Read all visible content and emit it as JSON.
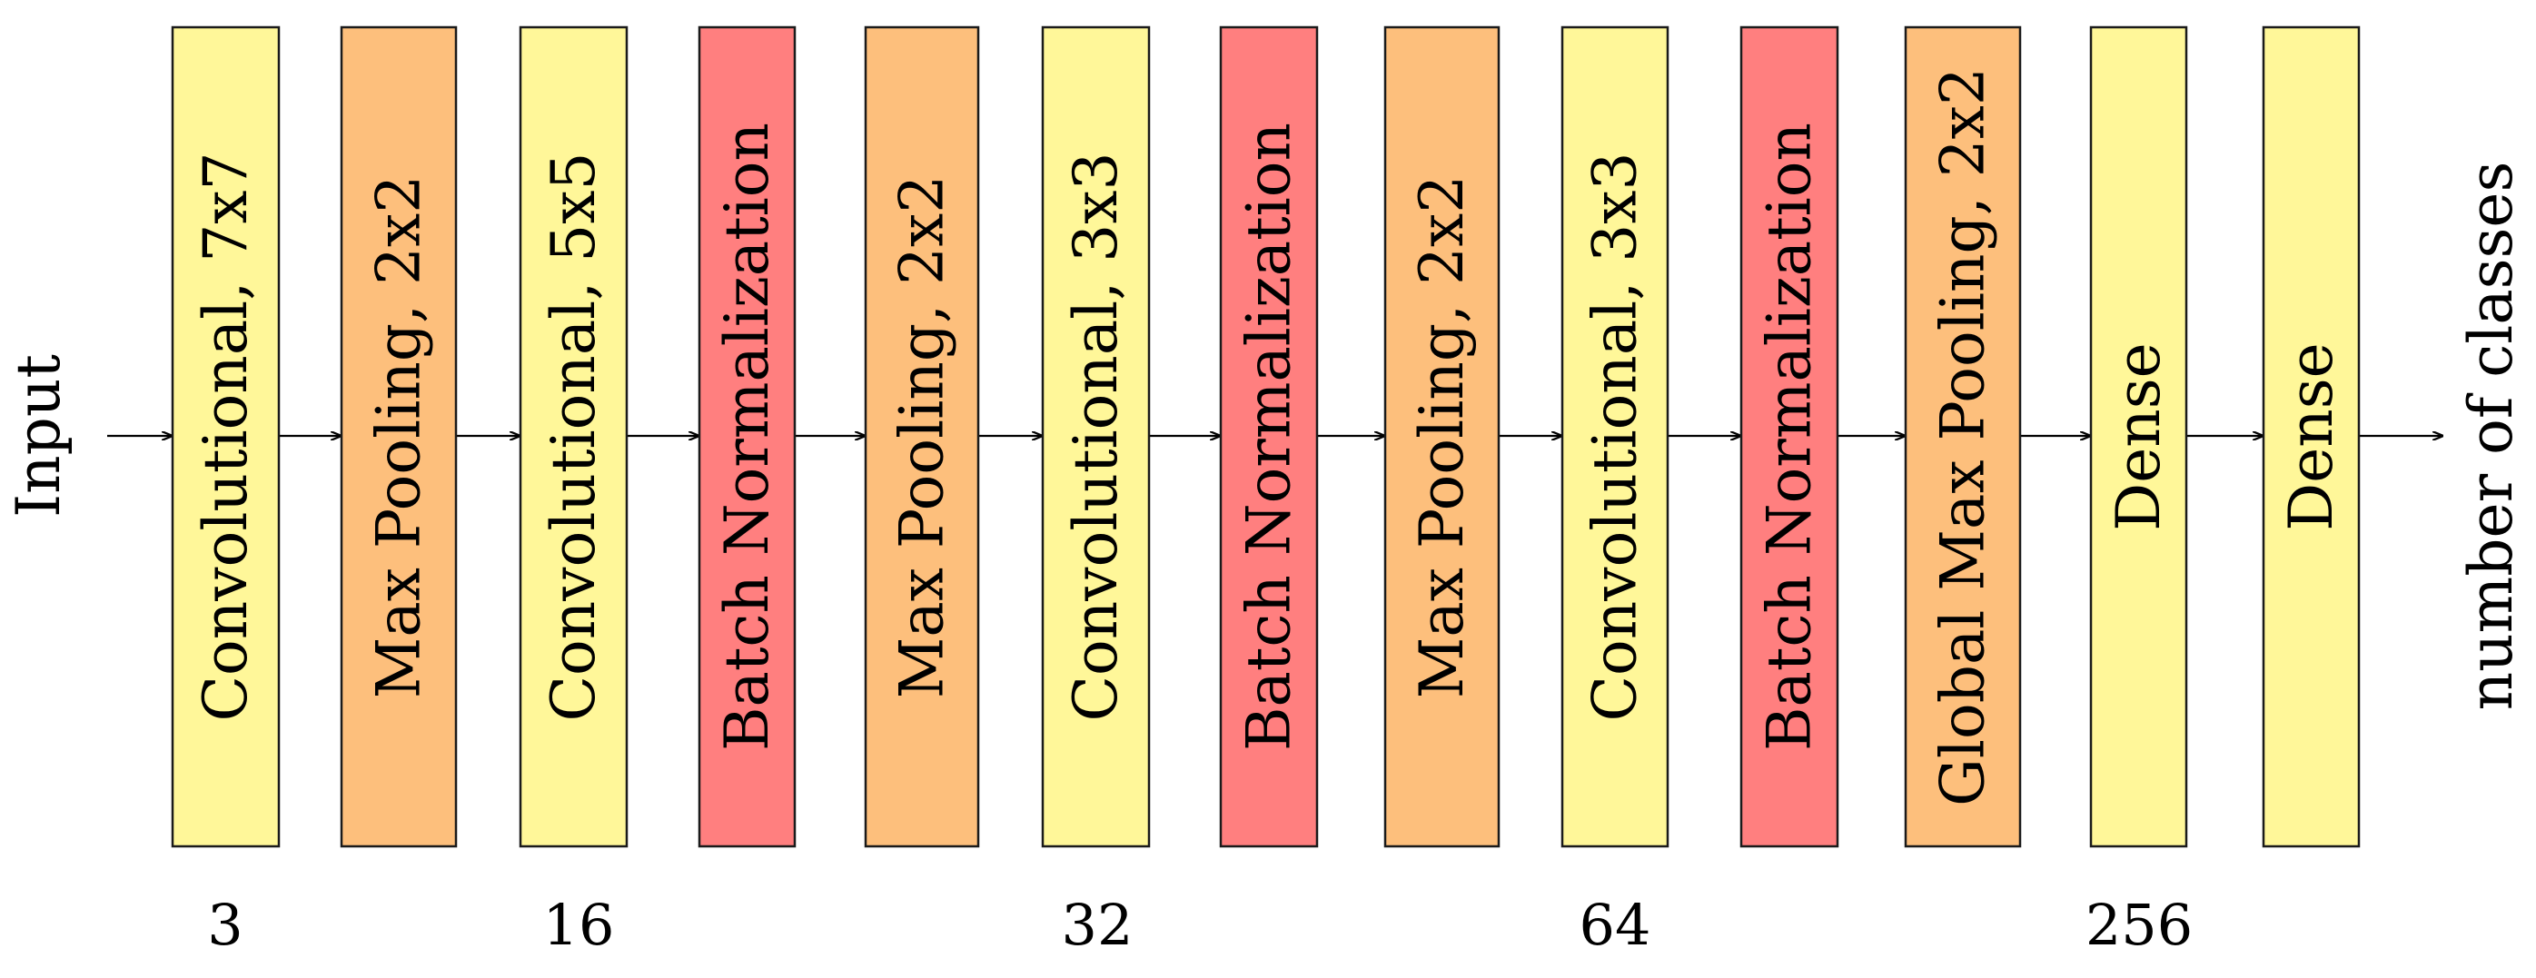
{
  "input_label": "Input",
  "output_label": "number of classes",
  "layer_types": {
    "conv": {
      "color": "#FFF799"
    },
    "pool": {
      "color": "#FDBF7C"
    },
    "norm": {
      "color": "#FF7F7F"
    },
    "dense": {
      "color": "#FFF799"
    }
  },
  "layers": [
    {
      "label": "Convolutional, 7x7",
      "type": "conv"
    },
    {
      "label": "Max Pooling, 2x2",
      "type": "pool"
    },
    {
      "label": "Convolutional, 5x5",
      "type": "conv"
    },
    {
      "label": "Batch Normalization",
      "type": "norm"
    },
    {
      "label": "Max Pooling, 2x2",
      "type": "pool"
    },
    {
      "label": "Convolutional, 3x3",
      "type": "conv"
    },
    {
      "label": "Batch Normalization",
      "type": "norm"
    },
    {
      "label": "Max Pooling, 2x2",
      "type": "pool"
    },
    {
      "label": "Convolutional, 3x3",
      "type": "conv"
    },
    {
      "label": "Batch Normalization",
      "type": "norm"
    },
    {
      "label": "Global Max Pooling, 2x2",
      "type": "pool"
    },
    {
      "label": "Dense",
      "type": "dense"
    },
    {
      "label": "Dense",
      "type": "dense"
    }
  ],
  "channel_labels": [
    "3",
    "16",
    "32",
    "64",
    "256"
  ]
}
